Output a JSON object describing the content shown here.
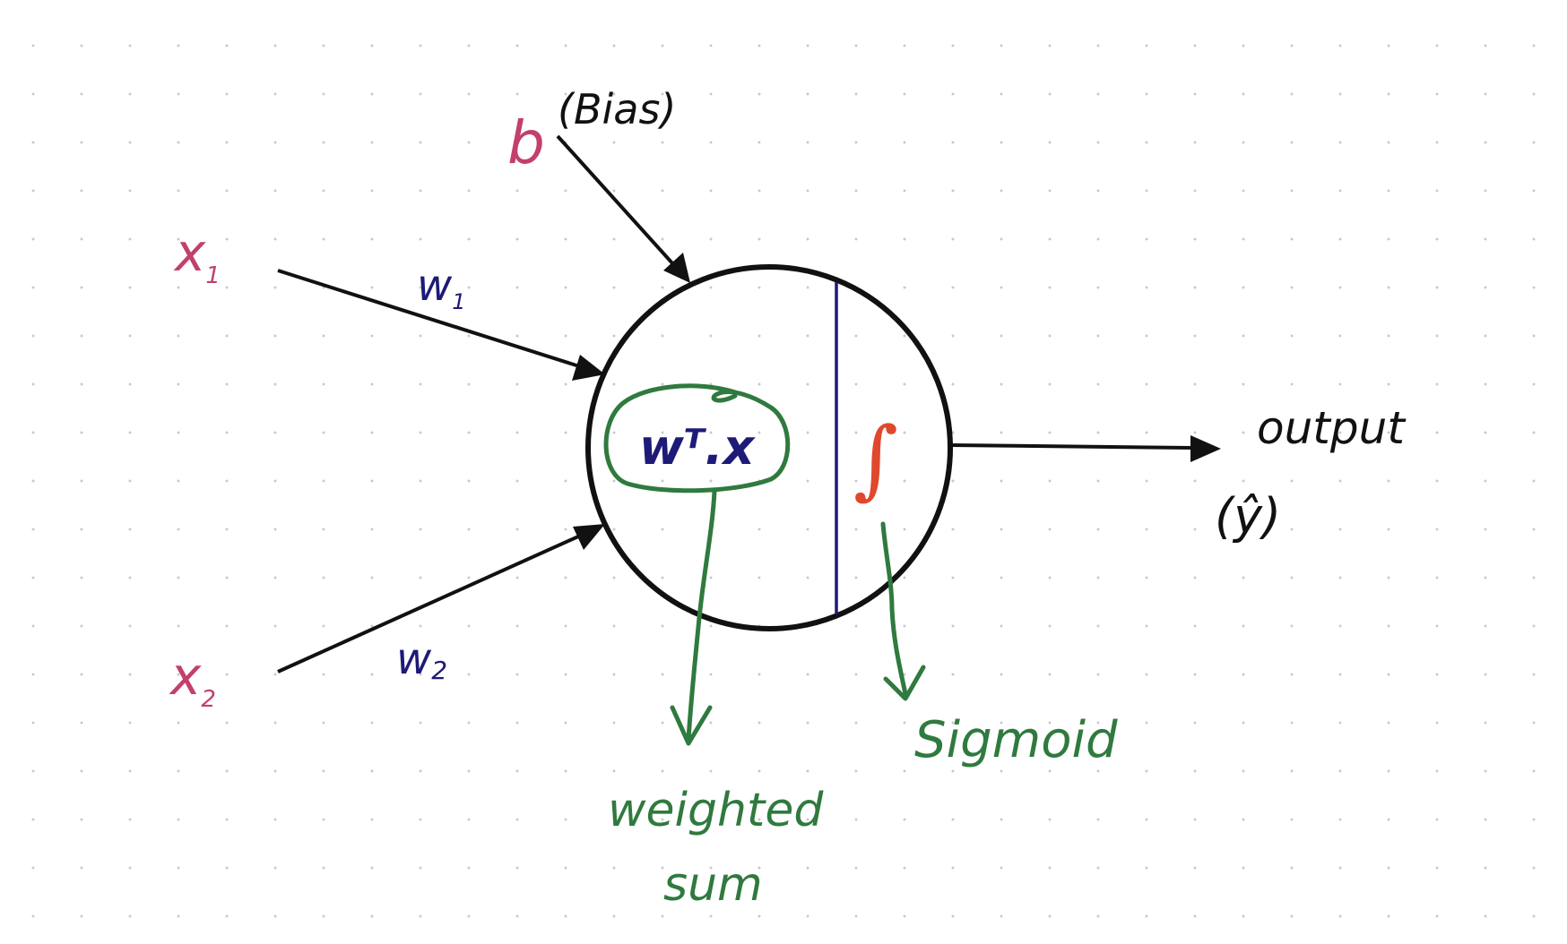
{
  "colors": {
    "input": "#c2406e",
    "weight": "#1d1a78",
    "annotation": "#2f7a3e",
    "activation": "#e0482e",
    "stroke": "#111111",
    "divider": "#1d1a78"
  },
  "inputs": [
    {
      "name": "x",
      "subscript": "1"
    },
    {
      "name": "x",
      "subscript": "2"
    }
  ],
  "weights": [
    {
      "name": "w",
      "subscript": "1"
    },
    {
      "name": "w",
      "subscript": "2"
    }
  ],
  "bias": {
    "symbol": "b",
    "label": "(Bias)"
  },
  "neuron": {
    "weighted_sum_expr": "wᵀ.x",
    "activation_symbol": "∫"
  },
  "annotations": {
    "weighted_sum_line1": "weighted",
    "weighted_sum_line2": "sum",
    "sigmoid": "Sigmoid"
  },
  "output": {
    "label": "output",
    "symbol": "(ŷ)"
  }
}
